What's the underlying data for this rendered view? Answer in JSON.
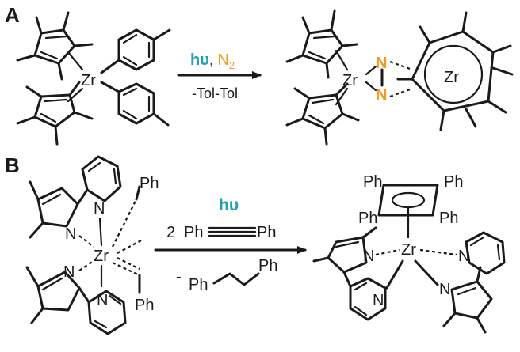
{
  "panel_a": {
    "label": "A",
    "reactant": {
      "metal": "Zr"
    },
    "conditions": {
      "light": "hυ",
      "comma": ",",
      "gas_base": "N",
      "gas_sub": "2",
      "byproduct": "-Tol-Tol"
    },
    "product": {
      "metal": "Zr",
      "n_top": "N",
      "n_bottom": "N",
      "inner_metal": "Zr"
    }
  },
  "panel_b": {
    "label": "B",
    "reactant": {
      "metal": "Zr",
      "n1": "N",
      "n2": "N",
      "n3": "N",
      "n4": "N",
      "ph_top": "Ph",
      "ph_bottom": "Ph"
    },
    "conditions": {
      "light": "hυ",
      "alkyne_coeff": "2",
      "alkyne_left": "Ph",
      "alkyne_right": "Ph",
      "bibenzyl_minus": "-",
      "bibenzyl_left": "Ph",
      "bibenzyl_right": "Ph"
    },
    "product": {
      "metal": "Zr",
      "n_left": "N",
      "n_right": "N",
      "n_bottom_left": "N",
      "n_bottom_right": "N",
      "ph_top_left": "Ph",
      "ph_top_right": "Ph",
      "ph_mid_left": "Ph",
      "ph_mid_right": "Ph"
    }
  },
  "colors": {
    "light": "#1fa0b4",
    "nitrogen": "#f29a1f",
    "ink": "#1a1a1a"
  }
}
